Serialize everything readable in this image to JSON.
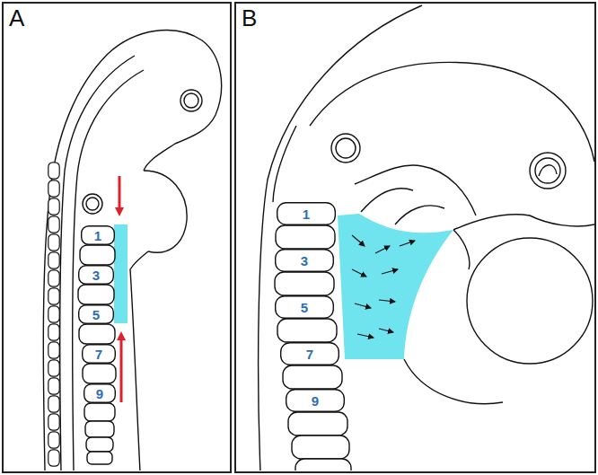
{
  "diagram": {
    "nodes": [
      {
        "text": [
          "A"
        ]
      },
      {
        "text": [
          "1"
        ],
        "in": 0
      },
      {
        "text": [
          "3"
        ],
        "in": 0
      },
      {
        "text": [
          "5"
        ],
        "in": 0
      },
      {
        "text": [
          "7"
        ],
        "in": 0
      },
      {
        "text": [
          "9"
        ],
        "in": 0
      },
      {
        "text": [
          "B"
        ]
      },
      {
        "text": [
          "1"
        ],
        "in": 6
      },
      {
        "text": [
          "3"
        ],
        "in": 6
      },
      {
        "text": [
          "5"
        ],
        "in": 6
      },
      {
        "text": [
          "7"
        ],
        "in": 6
      },
      {
        "text": [
          "9"
        ],
        "in": 6
      }
    ]
  }
}
